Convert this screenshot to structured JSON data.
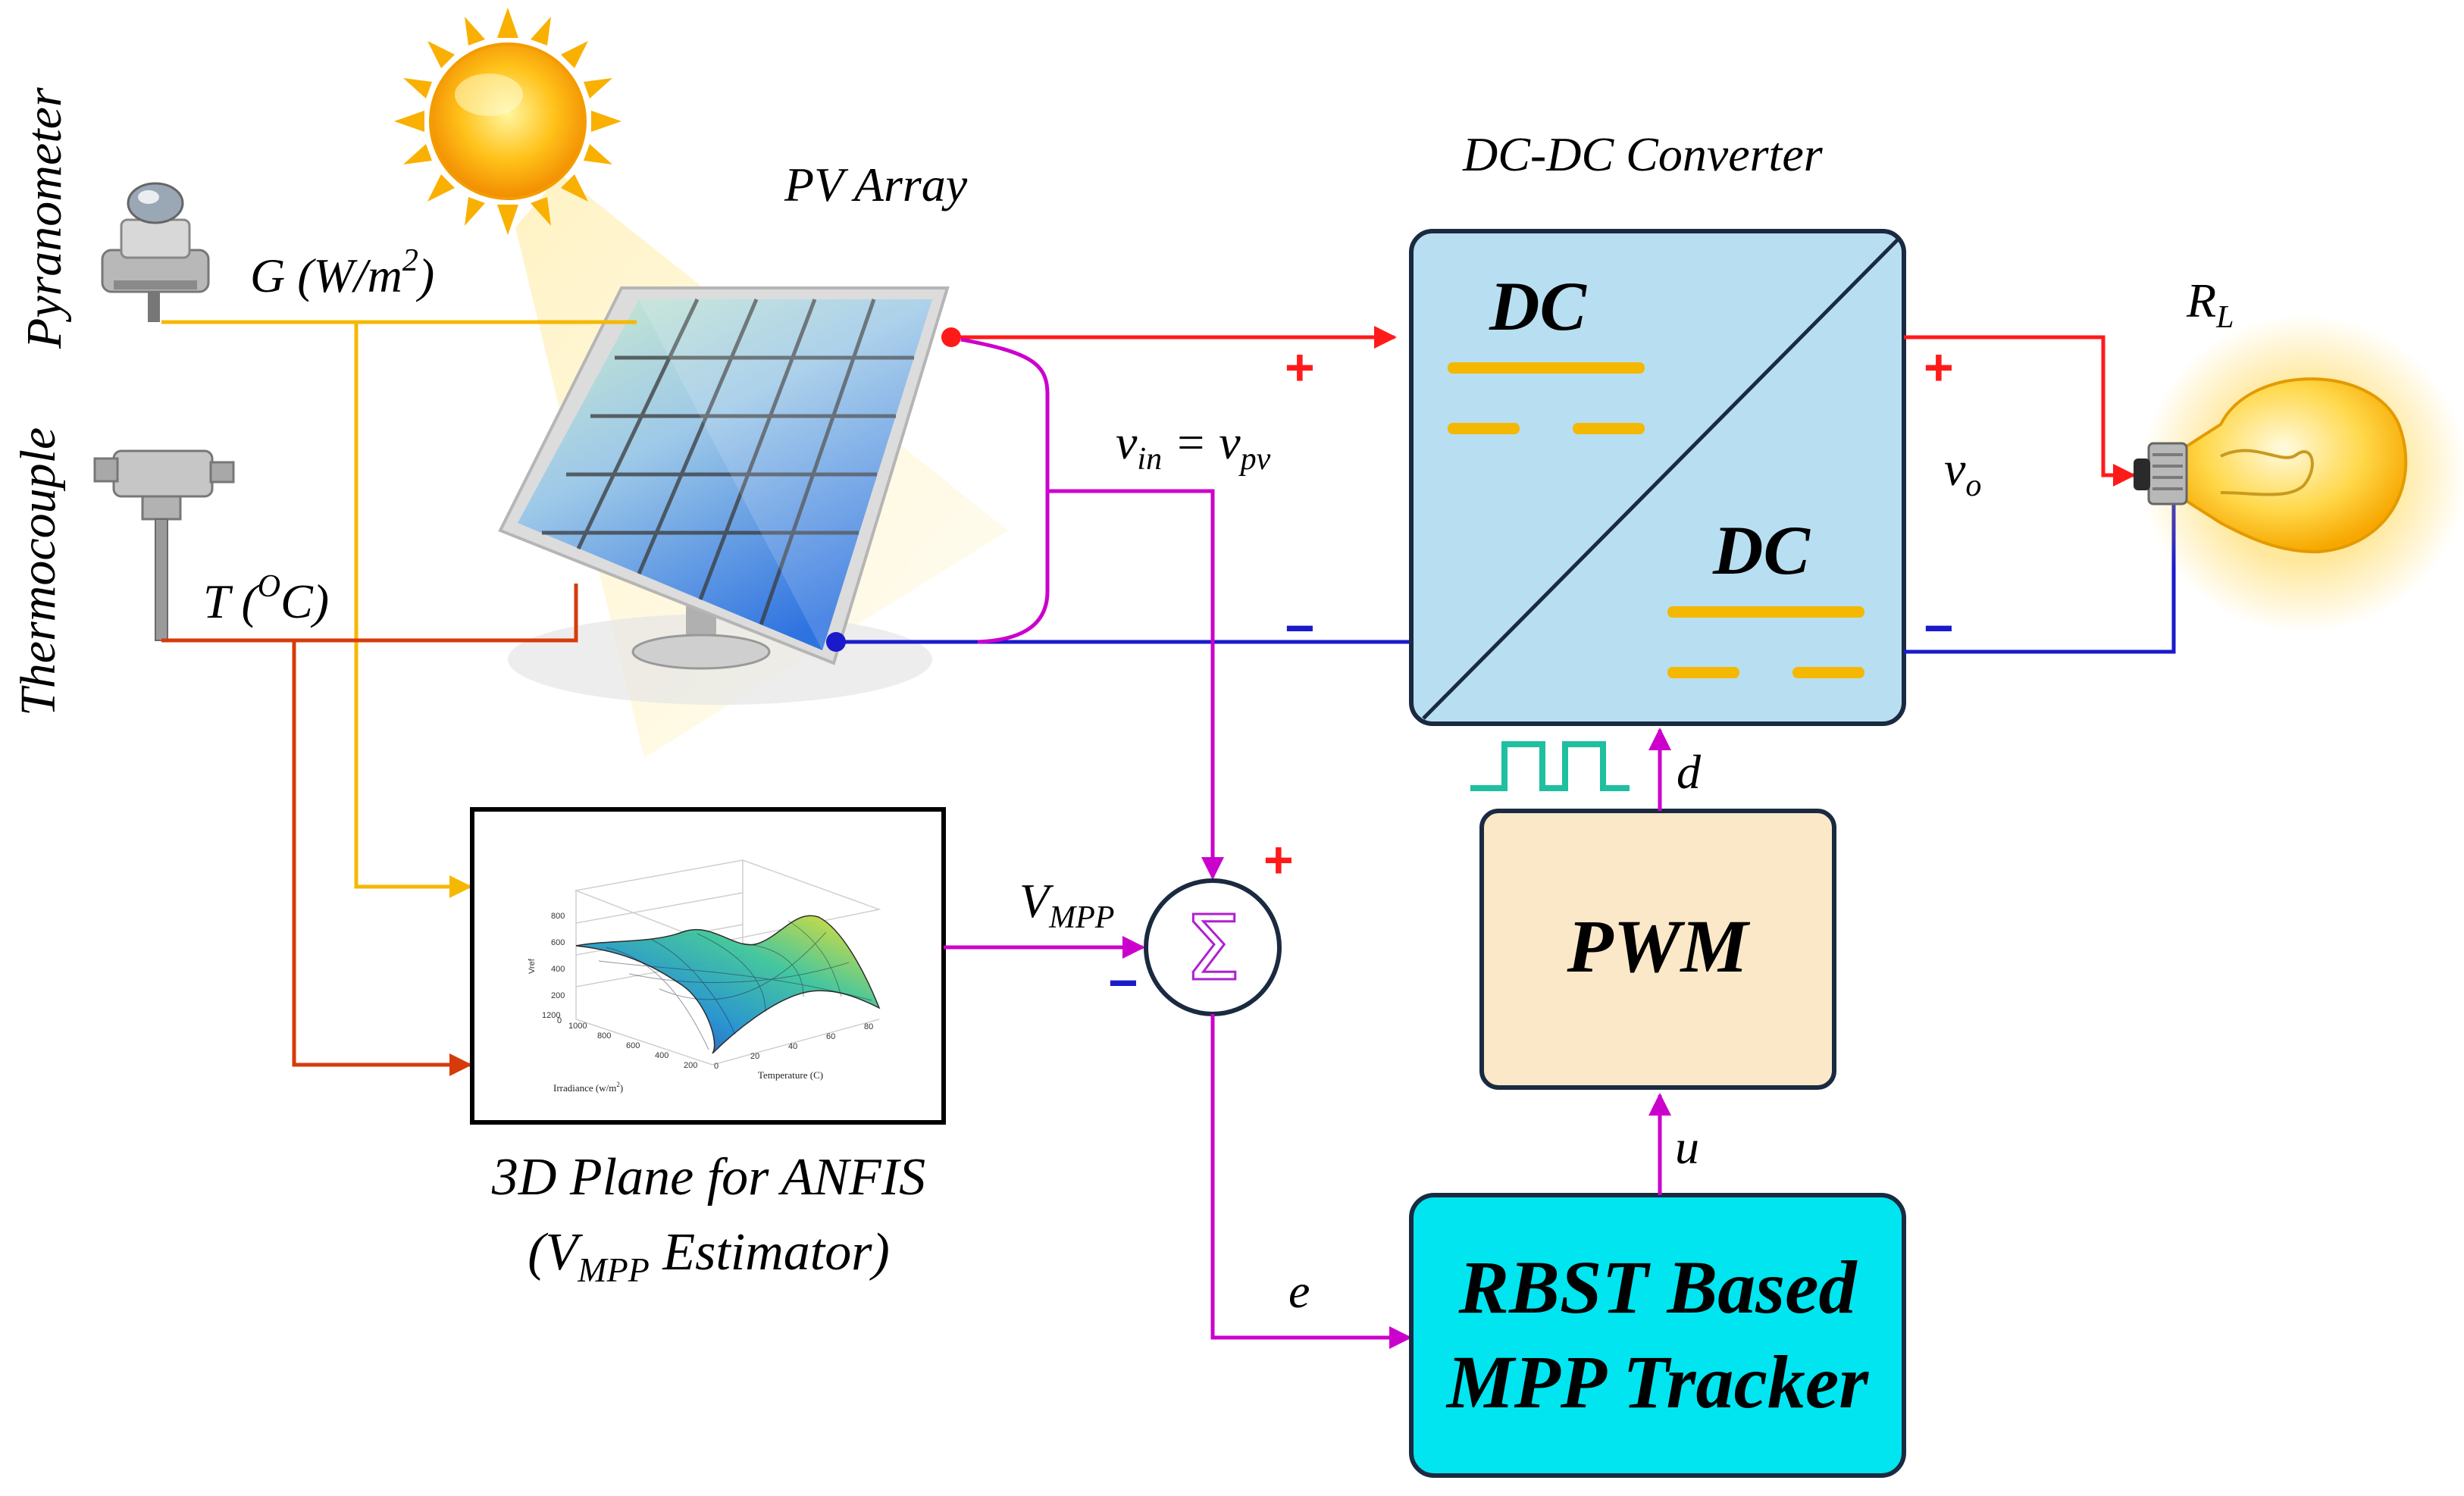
{
  "labels": {
    "pyranometer": "Pyranometer",
    "thermocouple": "Thermocouple",
    "pv_array": "PV Array",
    "converter_title": "DC-DC Converter",
    "dc_in": "DC",
    "dc_out": "DC",
    "load": "R",
    "load_sub": "L",
    "irradiance_main": "G (W/m",
    "irradiance_sup": "2",
    "irradiance_end": ")",
    "temp_main": "T (",
    "temp_sup": "O",
    "temp_end": "C)",
    "vin_v": "v",
    "vin_sub": "in",
    "vin_eq": " = v",
    "vpv_sub": "pv",
    "vo": "v",
    "vo_sub": "o",
    "vmpp_v": "V",
    "vmpp_sub": "MPP",
    "anfis_line1": "3D Plane for ANFIS",
    "anfis_line2_open": "(V",
    "anfis_line2_sub": "MPP",
    "anfis_line2_rest": " Estimator)",
    "pwm": "PWM",
    "tracker_line1": "RBST Based",
    "tracker_line2": "MPP Tracker",
    "d": "d",
    "u": "u",
    "e": "e",
    "plus": "+",
    "minus": "−",
    "sigma": "Σ"
  },
  "inset_plot": {
    "zlabel": "Vref",
    "xlabel": "Irradiance (w/m",
    "xlabel_sup": "2",
    "xlabel_end": ")",
    "ylabel": "Temperature (C)",
    "z_ticks": [
      "800",
      "600",
      "400",
      "200",
      "0"
    ],
    "irr_ticks": [
      "1200",
      "1000",
      "800",
      "600",
      "400",
      "200"
    ],
    "temp_ticks": [
      "0",
      "20",
      "40",
      "60",
      "80"
    ]
  },
  "colors": {
    "irradiance_line": "#f5b800",
    "temperature_line": "#d63b0a",
    "positive_rail": "#ff1a1a",
    "negative_rail": "#1a1acc",
    "signal_line": "#cc00cc",
    "converter_fill": "#b8def2",
    "pwm_fill": "#fae8c8",
    "tracker_fill": "#00e5f0",
    "dc_bars": "#f5b800",
    "pulse": "#1fbf9f"
  }
}
